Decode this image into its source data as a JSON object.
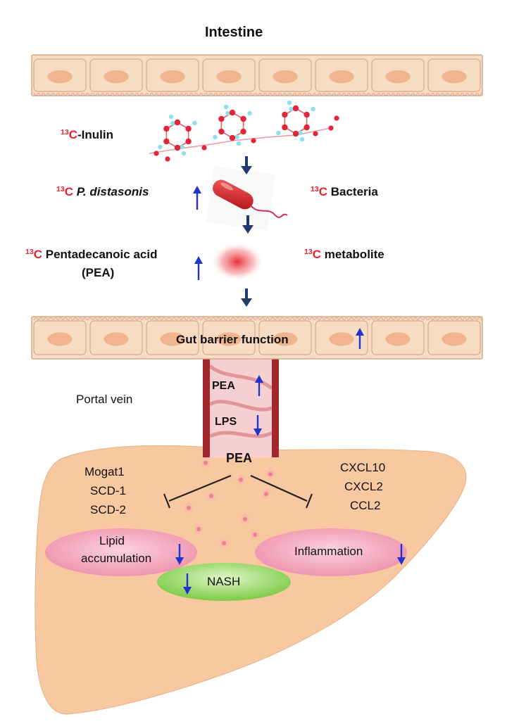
{
  "title": "Intestine",
  "labels": {
    "iso": "13",
    "iso_el": "C",
    "inulin": "-Inulin",
    "p_distasonis": "P. distasonis",
    "bacteria": "Bacteria",
    "pea_line1": "Pentadecanoic acid",
    "pea_line2": "(PEA)",
    "metabolite": "metabolite",
    "gut_barrier": "Gut barrier function",
    "portal_vein": "Portal vein",
    "pea_vessel": "PEA",
    "lps_vessel": "LPS",
    "pea_liver": "PEA",
    "mogat1": "Mogat1",
    "scd1": "SCD-1",
    "scd2": "SCD-2",
    "cxcl10": "CXCL10",
    "cxcl2": "CXCL2",
    "ccl2": "CCL2",
    "lipid_1": "Lipid",
    "lipid_2": "accumulation",
    "inflammation": "Inflammation",
    "nash": "NASH"
  },
  "colors": {
    "cell_fill": "#f7dcc4",
    "cell_stroke": "#d9a98a",
    "nucleus": "#f0b48e",
    "liver": "#f8c9a0",
    "vessel": "#b7373d",
    "pink_oval": "#f4a7bd",
    "green_oval": "#9fd86a",
    "arrow_dark": "#1f3a6b",
    "arrow_blue": "#2233cc",
    "iso_red": "#e8232a"
  },
  "icons": {
    "up": "up-arrow-icon",
    "down": "down-arrow-icon",
    "inhibit": "inhibition-bar-icon"
  }
}
